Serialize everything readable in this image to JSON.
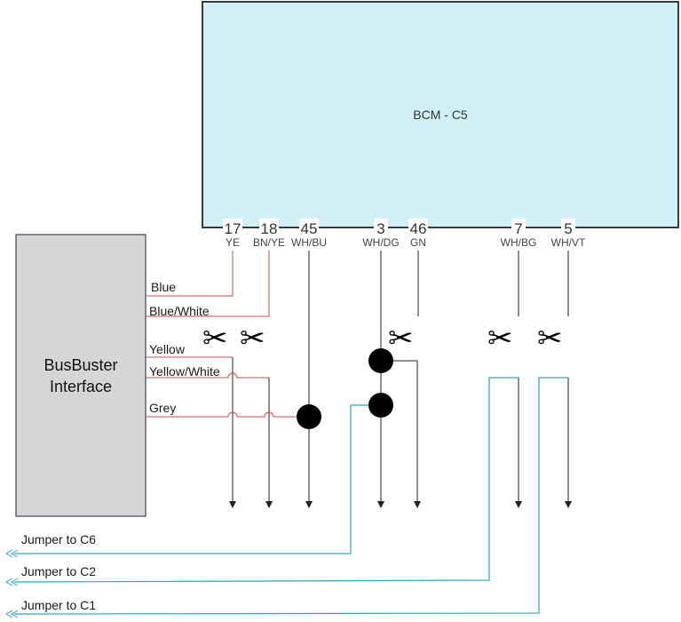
{
  "colors": {
    "bcm_fill": "#d1f0f5",
    "bcm_stroke": "#3a3a3a",
    "iface_fill": "#d6d6d7",
    "iface_stroke": "#1f2340",
    "red_wire": "#d0484a",
    "black_wire": "#222222",
    "cyan_wire": "#2aa7c0",
    "splice": "#000000"
  },
  "bcm": {
    "title": "BCM - C5"
  },
  "interface": {
    "line1": "BusBuster",
    "line2": "Interface"
  },
  "pins": [
    {
      "num": "17",
      "code": "YE"
    },
    {
      "num": "18",
      "code": "BN/YE"
    },
    {
      "num": "45",
      "code": "WH/BU"
    },
    {
      "num": "3",
      "code": "WH/DG"
    },
    {
      "num": "46",
      "code": "GN"
    },
    {
      "num": "7",
      "code": "WH/BG"
    },
    {
      "num": "5",
      "code": "WH/VT"
    }
  ],
  "wires": {
    "blue": "Blue",
    "blue_white": "Blue/White",
    "yellow": "Yellow",
    "yellow_white": "Yellow/White",
    "grey": "Grey"
  },
  "jumpers": [
    {
      "label": "Jumper to C6"
    },
    {
      "label": "Jumper to C2"
    },
    {
      "label": "Jumper to C1"
    }
  ],
  "icons": {
    "scissors": "✂"
  }
}
